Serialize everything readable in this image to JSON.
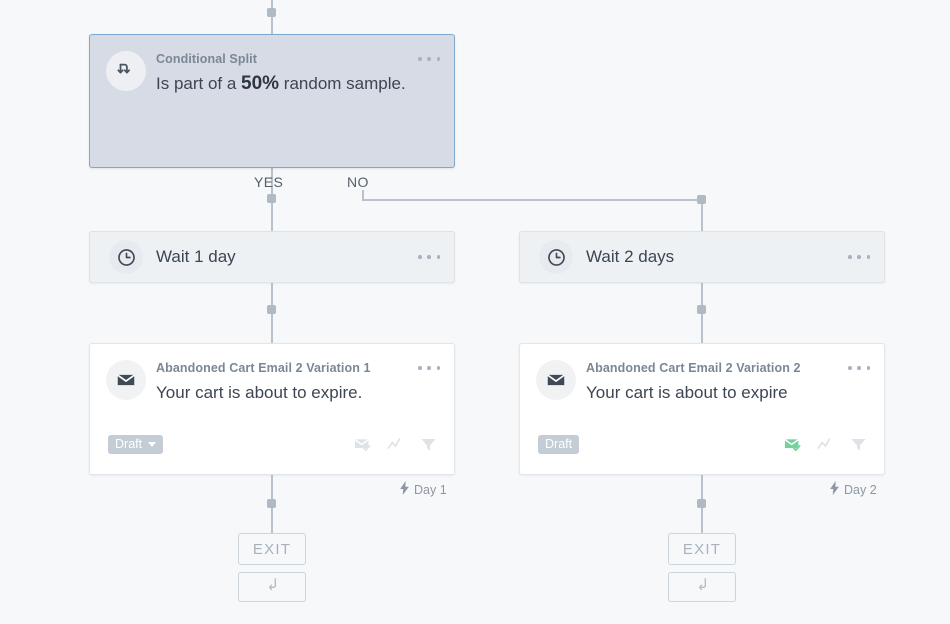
{
  "canvas": {
    "background": "#f7f8fa",
    "connector_color": "#b9c2cc"
  },
  "nodes": {
    "conditional_split": {
      "icon": "split-branch-icon",
      "eyebrow": "Conditional Split",
      "headline_prefix": "Is part of a ",
      "headline_value": "50%",
      "headline_suffix": " random sample.",
      "menu": "···",
      "selected": true,
      "border_color": "#7fa8cf",
      "background": "#d7dbe5"
    },
    "branches": {
      "yes_label": "YES",
      "no_label": "NO"
    },
    "wait_left": {
      "icon": "clock-icon",
      "title": "Wait 1 day",
      "menu": "···"
    },
    "wait_right": {
      "icon": "clock-icon",
      "title": "Wait 2 days",
      "menu": "···"
    },
    "email_left": {
      "icon": "envelope-icon",
      "eyebrow": "Abandoned Cart Email 2 Variation 1",
      "subject": "Your cart is about to expire.",
      "menu": "···",
      "status_badge": "Draft",
      "status_has_caret": true,
      "footer_icons": [
        {
          "name": "envelope-check-icon",
          "active": false
        },
        {
          "name": "trend-zigzag-icon",
          "active": false
        },
        {
          "name": "filter-funnel-icon",
          "active": false
        }
      ],
      "schedule_label": "Day 1",
      "schedule_icon": "lightning-bolt-icon"
    },
    "email_right": {
      "icon": "envelope-icon",
      "eyebrow": "Abandoned Cart Email 2 Variation 2",
      "subject": "Your cart is about to expire",
      "menu": "···",
      "status_badge": "Draft",
      "status_has_caret": false,
      "footer_icons": [
        {
          "name": "envelope-check-icon",
          "active": true,
          "color": "#76d19a"
        },
        {
          "name": "trend-zigzag-icon",
          "active": false
        },
        {
          "name": "filter-funnel-icon",
          "active": false
        }
      ],
      "schedule_label": "Day 2",
      "schedule_icon": "lightning-bolt-icon"
    },
    "exit_left": {
      "label": "EXIT",
      "merge_icon": "merge-return-arrow-icon"
    },
    "exit_right": {
      "label": "EXIT",
      "merge_icon": "merge-return-arrow-icon"
    }
  }
}
